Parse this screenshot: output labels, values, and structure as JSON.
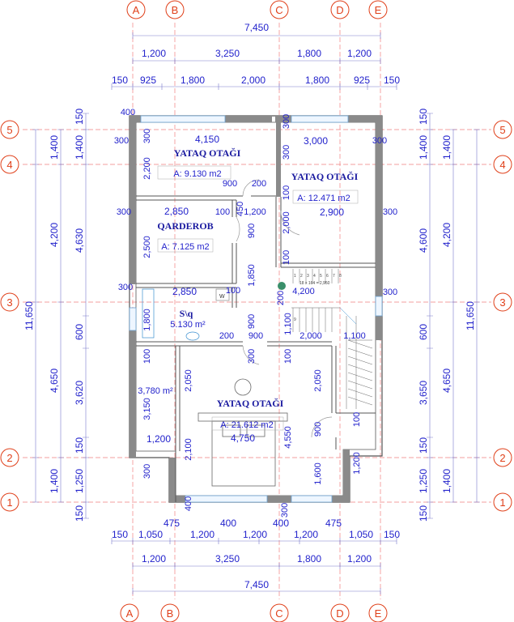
{
  "axes": {
    "columns": [
      "A",
      "B",
      "C",
      "D",
      "E"
    ],
    "rows": [
      "5",
      "4",
      "3",
      "2",
      "1"
    ]
  },
  "top_dims": {
    "total": "7,450",
    "row1": [
      "1,200",
      "3,250",
      "1,800",
      "1,200"
    ],
    "row2": [
      "150",
      "925",
      "1,800",
      "2,000",
      "1,800",
      "925",
      "150"
    ]
  },
  "bottom_dims": {
    "row1": [
      "150",
      "1,050",
      "1,200",
      "1,200",
      "1,200",
      "1,050",
      "150"
    ],
    "row1_offsets": [
      "475",
      "400",
      "400",
      "475"
    ],
    "row2": [
      "1,200",
      "3,250",
      "1,800",
      "1,200"
    ],
    "total": "7,450"
  },
  "left_dims": {
    "total": "11,650",
    "outer": [
      "1,400",
      "4,200",
      "4,650",
      "1,400"
    ],
    "inner": [
      "150",
      "1,400",
      "4,630",
      "600",
      "3,620",
      "150",
      "1,250",
      "150"
    ]
  },
  "right_dims": {
    "total": "11,650",
    "outer": [
      "1,400",
      "4,200",
      "4,650",
      "1,400"
    ],
    "inner": [
      "150",
      "1,400",
      "4,600",
      "600",
      "3,650",
      "150",
      "1,250",
      "150"
    ]
  },
  "rooms": [
    {
      "name": "YATAQ OTAĞI",
      "area": "A: 9.130 m2",
      "width": "4,150",
      "height": "2,200"
    },
    {
      "name": "YATAQ OTAĞI",
      "area": "A: 12.471 m2",
      "width": "3,000",
      "width2": "2,900",
      "height": "2,000"
    },
    {
      "name": "QARDEROB",
      "area": "A: 7.125 m2",
      "width": "2,850",
      "height": "2,500"
    },
    {
      "name": "S\\q",
      "area": "5.130 m²",
      "width": "2,850",
      "height": "1,800"
    },
    {
      "name": "",
      "area": "3,780 m²",
      "height": "3,150",
      "width": "1,200"
    },
    {
      "name": "YATAQ OTAĞI",
      "area": "A: 21.612 m2",
      "width": "4,750",
      "height": "4,550"
    }
  ],
  "inner_dims": {
    "d400": "400",
    "d300": "300",
    "d900": "900",
    "d200": "200",
    "d100": "100",
    "d1200": "1,200",
    "d450": "450",
    "d1850": "1,850",
    "d4200": "4,200",
    "d2000": "2,000",
    "d1100": "1,100",
    "d2050": "2,050",
    "d2100": "2,100",
    "d1600": "1,600",
    "d3150": "3,150"
  },
  "stair_label": "18 x 164 = 2,950",
  "wc_label": "W",
  "stair_steps": [
    "1",
    "2",
    "3",
    "4",
    "5",
    "6",
    "7",
    "8",
    "9"
  ]
}
